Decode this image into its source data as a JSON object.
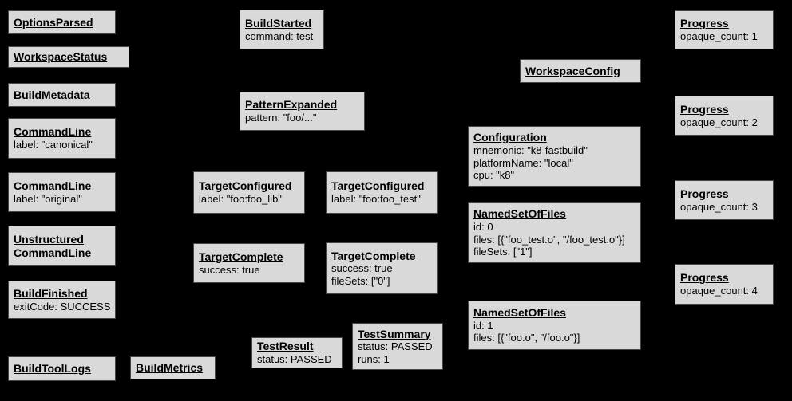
{
  "diagram": {
    "background_color": "#000000",
    "box_fill_color": "#d9d9d9",
    "box_border_color": "#474747",
    "text_color": "#000000"
  },
  "boxes": [
    {
      "title": "OptionsParsed",
      "lines": []
    },
    {
      "title": "WorkspaceStatus",
      "lines": []
    },
    {
      "title": "BuildMetadata",
      "lines": []
    },
    {
      "title": "CommandLine",
      "lines": [
        "label: \"canonical\""
      ]
    },
    {
      "title": "CommandLine",
      "lines": [
        "label: \"original\""
      ]
    },
    {
      "title": "Unstructured CommandLine",
      "lines": []
    },
    {
      "title": "BuildFinished",
      "lines": [
        "exitCode: SUCCESS"
      ]
    },
    {
      "title": "BuildToolLogs",
      "lines": []
    },
    {
      "title": "BuildMetrics",
      "lines": []
    },
    {
      "title": "BuildStarted",
      "lines": [
        "command: test"
      ]
    },
    {
      "title": "PatternExpanded",
      "lines": [
        "pattern: \"foo/...\""
      ]
    },
    {
      "title": "TargetConfigured",
      "lines": [
        "label: \"foo:foo_lib\""
      ]
    },
    {
      "title": "TargetConfigured",
      "lines": [
        "label: \"foo:foo_test\""
      ]
    },
    {
      "title": "TargetComplete",
      "lines": [
        "success: true"
      ]
    },
    {
      "title": "TargetComplete",
      "lines": [
        "success: true",
        "fileSets: [\"0\"]"
      ]
    },
    {
      "title": "TestResult",
      "lines": [
        "status: PASSED"
      ]
    },
    {
      "title": "TestSummary",
      "lines": [
        "status: PASSED",
        "runs: 1"
      ]
    },
    {
      "title": "WorkspaceConfig",
      "lines": []
    },
    {
      "title": "Configuration",
      "lines": [
        "mnemonic: \"k8-fastbuild\"",
        "platformName: \"local\"",
        "cpu: \"k8\""
      ]
    },
    {
      "title": "NamedSetOfFiles",
      "lines": [
        "id: 0",
        "files: [{\"foo_test.o\", \"/foo_test.o\"}]",
        "fileSets: [\"1\"]"
      ]
    },
    {
      "title": "NamedSetOfFiles",
      "lines": [
        "id: 1",
        "files: [{\"foo.o\", \"/foo.o\"}]"
      ]
    },
    {
      "title": "Progress",
      "lines": [
        "opaque_count: 1"
      ]
    },
    {
      "title": "Progress",
      "lines": [
        "opaque_count: 2"
      ]
    },
    {
      "title": "Progress",
      "lines": [
        "opaque_count: 3"
      ]
    },
    {
      "title": "Progress",
      "lines": [
        "opaque_count: 4"
      ]
    }
  ]
}
